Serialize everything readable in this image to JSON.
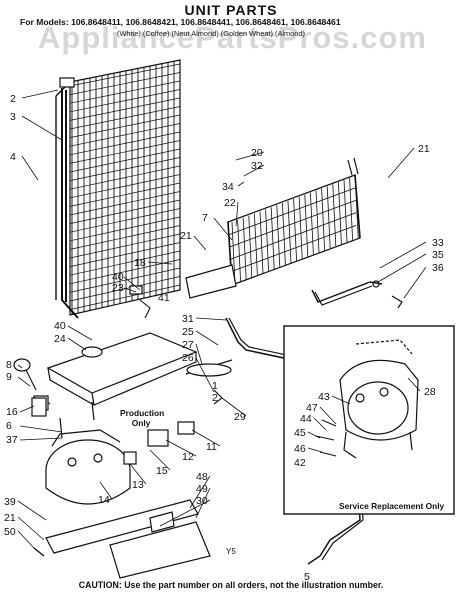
{
  "header": {
    "title": "UNIT PARTS",
    "models": "For Models: 106.8648411, 106.8648421, 106.8648441, 106.8648461, 106.8648461",
    "colors": "(White)       (Coffee)     (Neut Almond)   (Golden Wheat)   (Almond)"
  },
  "watermark": "AppliancePartsPros.com",
  "labels": {
    "production_only": "Production Only",
    "service_replacement": "Service Replacement Only",
    "marker": "Y5",
    "caution": "CAUTION: Use the part number on all orders, not the illustration number."
  },
  "callouts": [
    {
      "id": "2",
      "text": "2"
    },
    {
      "id": "3",
      "text": "3"
    },
    {
      "id": "4",
      "text": "4"
    },
    {
      "id": "20",
      "text": "20"
    },
    {
      "id": "32",
      "text": "32"
    },
    {
      "id": "21a",
      "text": "21"
    },
    {
      "id": "34",
      "text": "34"
    },
    {
      "id": "22",
      "text": "22"
    },
    {
      "id": "7",
      "text": "7"
    },
    {
      "id": "21b",
      "text": "21"
    },
    {
      "id": "18",
      "text": "18"
    },
    {
      "id": "40a",
      "text": "40"
    },
    {
      "id": "23",
      "text": "23"
    },
    {
      "id": "41",
      "text": "41"
    },
    {
      "id": "33",
      "text": "33"
    },
    {
      "id": "35",
      "text": "35"
    },
    {
      "id": "36",
      "text": "36"
    },
    {
      "id": "40b",
      "text": "40"
    },
    {
      "id": "24",
      "text": "24"
    },
    {
      "id": "31",
      "text": "31"
    },
    {
      "id": "25",
      "text": "25"
    },
    {
      "id": "27",
      "text": "27"
    },
    {
      "id": "26",
      "text": "26"
    },
    {
      "id": "8",
      "text": "8"
    },
    {
      "id": "9",
      "text": "9"
    },
    {
      "id": "1",
      "text": "1"
    },
    {
      "id": "2b",
      "text": "2"
    },
    {
      "id": "29",
      "text": "29"
    },
    {
      "id": "16",
      "text": "16"
    },
    {
      "id": "6",
      "text": "6"
    },
    {
      "id": "37",
      "text": "37"
    },
    {
      "id": "11",
      "text": "11"
    },
    {
      "id": "12",
      "text": "12"
    },
    {
      "id": "15",
      "text": "15"
    },
    {
      "id": "13",
      "text": "13"
    },
    {
      "id": "14",
      "text": "14"
    },
    {
      "id": "48",
      "text": "48"
    },
    {
      "id": "49",
      "text": "49"
    },
    {
      "id": "30",
      "text": "30"
    },
    {
      "id": "39",
      "text": "39"
    },
    {
      "id": "21c",
      "text": "21"
    },
    {
      "id": "50",
      "text": "50"
    },
    {
      "id": "5",
      "text": "5"
    },
    {
      "id": "28",
      "text": "28"
    },
    {
      "id": "43",
      "text": "43"
    },
    {
      "id": "47",
      "text": "47"
    },
    {
      "id": "44",
      "text": "44"
    },
    {
      "id": "45",
      "text": "45"
    },
    {
      "id": "46",
      "text": "46"
    },
    {
      "id": "42",
      "text": "42"
    }
  ]
}
